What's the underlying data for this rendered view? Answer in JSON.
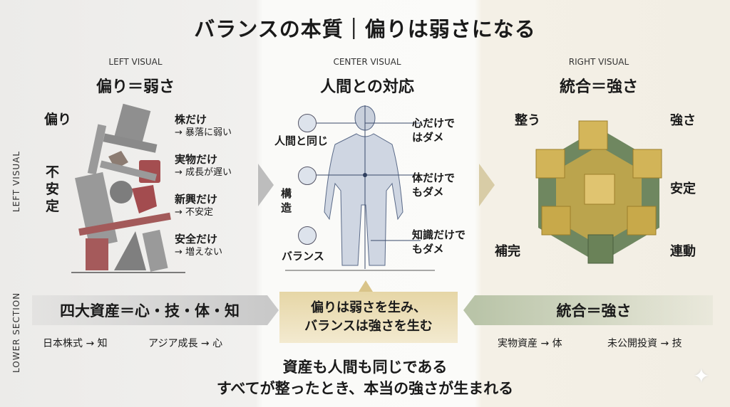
{
  "title": "バランスの本質｜偏りは弱さになる",
  "left": {
    "section": "LEFT VISUAL",
    "heading": "偏り＝弱さ",
    "side_label": "LEFT VISUAL",
    "tag_top": "偏り",
    "tag_mid": "不安定",
    "items": [
      {
        "title": "株だけ",
        "sub": "→ 暴落に弱い"
      },
      {
        "title": "実物だけ",
        "sub": "→ 成長が遅い"
      },
      {
        "title": "新興だけ",
        "sub": "→ 不安定"
      },
      {
        "title": "安全だけ",
        "sub": "→ 増えない"
      }
    ]
  },
  "center": {
    "section": "CENTER VISUAL",
    "heading": "人間との対応",
    "left_labels": [
      "人間と同じ",
      "構造",
      "バランス"
    ],
    "items": [
      {
        "l1": "心だけで",
        "l2": "はダメ"
      },
      {
        "l1": "体だけで",
        "l2": "もダメ"
      },
      {
        "l1": "知識だけで",
        "l2": "もダメ"
      }
    ]
  },
  "right": {
    "section": "RIGHT VISUAL",
    "heading": "統合＝強さ",
    "labels": [
      "整う",
      "強さ",
      "安定",
      "補完",
      "連動"
    ]
  },
  "lower": {
    "side_label": "LOWER SECTION",
    "left_band": "四大資産＝心・技・体・知",
    "left_subs": [
      "日本株式 → 知",
      "アジア成長 → 心"
    ],
    "center_l1": "偏りは弱さを生み、",
    "center_l2": "バランスは強さを生む",
    "right_band": "統合＝強さ",
    "right_subs": [
      "実物資産 → 体",
      "未公開投資 → 技"
    ]
  },
  "message": {
    "l1": "資産も人間も同じである",
    "l2": "すべてが整ったとき、本当の強さが生まれる"
  },
  "colors": {
    "gold": "#c8a94f",
    "green": "#6e8660",
    "red": "#9a4a4a",
    "grey": "#8a8a8a"
  }
}
